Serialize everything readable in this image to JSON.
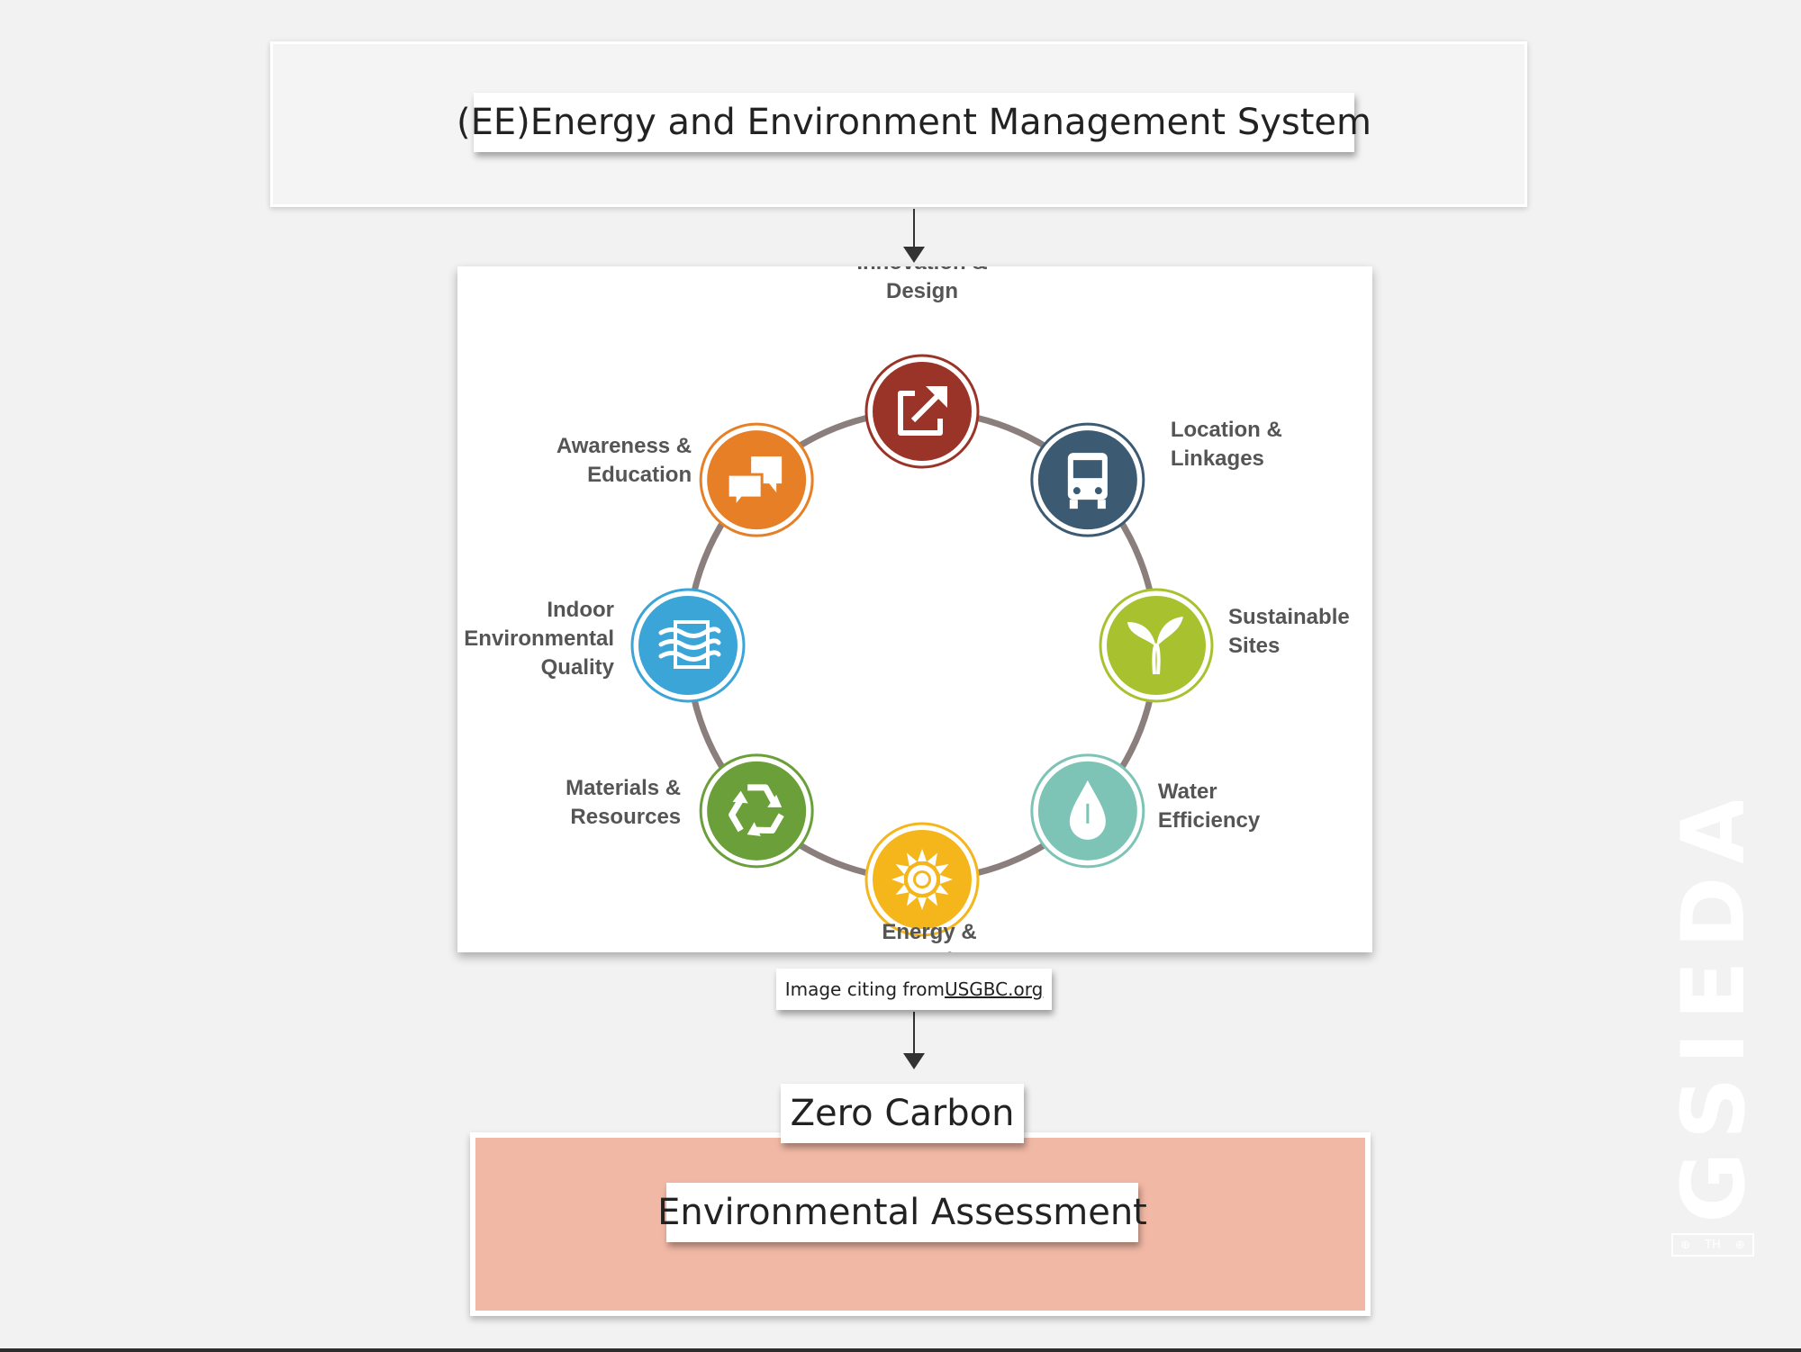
{
  "title": "(EE)Energy and Environment Management System",
  "diagram": {
    "ring_color": "#8a7f7d",
    "categories": [
      {
        "id": "innovation",
        "lines": [
          "Innovation &",
          "Design"
        ],
        "color": "#9b3428",
        "icon": "external-link-icon"
      },
      {
        "id": "location",
        "lines": [
          "Location &",
          "Linkages"
        ],
        "color": "#3d5a73",
        "icon": "bus-icon"
      },
      {
        "id": "sustainable",
        "lines": [
          "Sustainable",
          "Sites"
        ],
        "color": "#a8c12f",
        "icon": "sprout-icon"
      },
      {
        "id": "water",
        "lines": [
          "Water",
          "Efficiency"
        ],
        "color": "#7dc4b6",
        "icon": "water-drop-icon"
      },
      {
        "id": "energy",
        "lines": [
          "Energy &",
          "Atmosphere"
        ],
        "color": "#f5b61c",
        "icon": "sun-icon"
      },
      {
        "id": "materials",
        "lines": [
          "Materials &",
          "Resources"
        ],
        "color": "#6a9f3a",
        "icon": "recycle-icon"
      },
      {
        "id": "indoor",
        "lines": [
          "Indoor",
          "Environmental",
          "Quality"
        ],
        "color": "#3aa5d6",
        "icon": "air-flow-icon"
      },
      {
        "id": "awareness",
        "lines": [
          "Awareness &",
          "Education"
        ],
        "color": "#e67f25",
        "icon": "chat-bubbles-icon"
      }
    ]
  },
  "citation": {
    "prefix": "Image citing from ",
    "link": "USGBC.org"
  },
  "zero_carbon": "Zero Carbon",
  "environmental_assessment": "Environmental Assessment",
  "watermark": {
    "text": "GSIEDA",
    "badge_left": "⊕",
    "badge_mid": "TH",
    "badge_right": "⊕"
  }
}
